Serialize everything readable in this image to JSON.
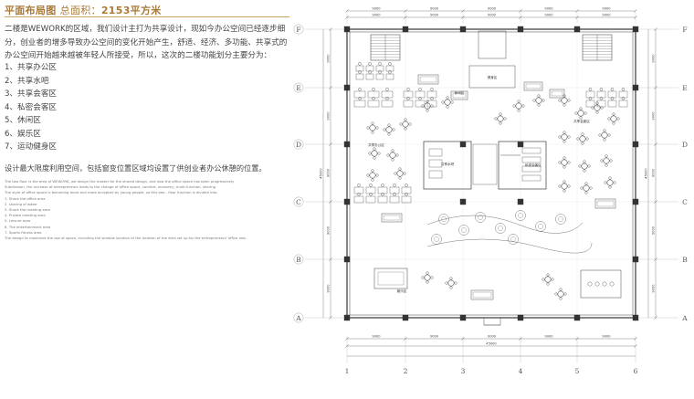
{
  "header": {
    "title": "平面布局图",
    "area_label": "总面积：",
    "area_value": "2153平方米"
  },
  "intro": "二楼是WEWORK的区域，我们设计主打为共享设计，现如今办公空间已经逐步细分，创业者的增多导致办公空间的变化开始产生，舒适、经济、多功能、共享式的办公空间开始越来越被年轻人所接受，所以，这次的二楼功能划分主要分为：",
  "zones": [
    "1、共享办公区",
    "2、共享水吧",
    "3、共享会客区",
    "4、私密会客区",
    "5、休闲区",
    "6、娱乐区",
    "7、运动健身区"
  ],
  "closing": "设计最大限度利用空间，包括窗变位置区域均设置了供创业者办公休憩的位置。",
  "english": [
    "The two floor is the area of WEWORK, we design the master for the shared design, and now the office space has been progressively",
    "Subdivision, the increase of entrepreneurs leads to the change of office space, comfort, economy, multi-function, sharing",
    "The style of office space is becoming more and more accepted by young people, so this two - floor function is divided into.",
    "1. Share the office area",
    "2. sharing of water",
    "3. Share the meeting area",
    "4. Private meeting area",
    "5. Leisure area",
    "6. The entertainment area",
    "7. Sports fitness area",
    "The design to maximize the use of space, including the window location of the location of the area set up for the entrepreneurs' office rest."
  ],
  "plan": {
    "row_axes": [
      "F",
      "E",
      "D",
      "C",
      "B",
      "A"
    ],
    "col_axes": [
      "1",
      "2",
      "3",
      "4",
      "5",
      "6"
    ],
    "dims_top": [
      "9000",
      "9000",
      "9000",
      "9000",
      "9000"
    ],
    "dims_bottom": [
      "9000",
      "9000",
      "9000",
      "9000",
      "9000"
    ],
    "dim_total": "45000",
    "dims_side": [
      "9000",
      "9000",
      "9000",
      "9000",
      "9000"
    ],
    "side_total": "45000",
    "rooms": [
      "健身区",
      "休闲区",
      "共享办公区",
      "共享会客区",
      "私密会客区",
      "娱乐区",
      "共享水吧"
    ],
    "colors": {
      "title": "#a87a38",
      "line": "#555555",
      "wall": "#444444"
    }
  }
}
